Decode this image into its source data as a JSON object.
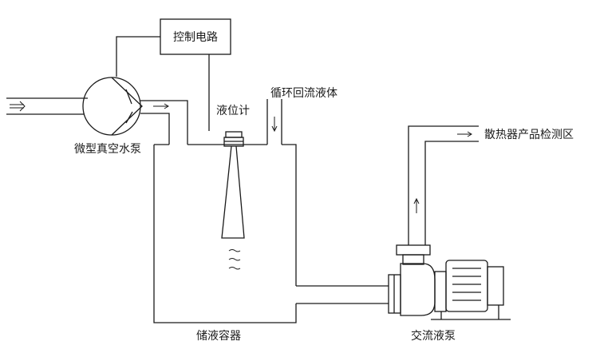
{
  "labels": {
    "control_circuit": "控制电路",
    "level_meter": "液位计",
    "return_liquid": "循环回流液体",
    "vacuum_pump": "微型真空水泵",
    "detection_zone": "散热器产品检测区",
    "storage_tank": "储液容器",
    "ac_pump": "交流液泵"
  },
  "colors": {
    "stroke": "#1a1a1a",
    "background": "#ffffff"
  }
}
